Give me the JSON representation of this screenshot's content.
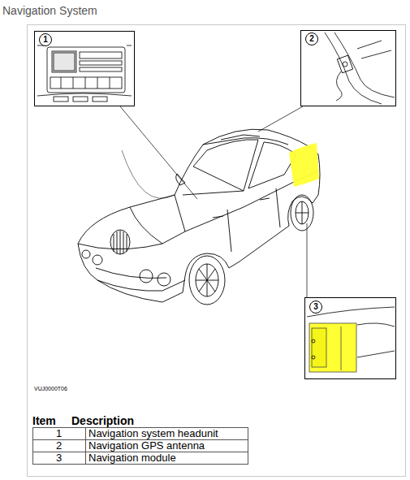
{
  "diagram": {
    "title": "Navigation System",
    "nodes": [
      {
        "text": [
          "1"
        ]
      },
      {
        "text": [
          "2"
        ]
      },
      {
        "text": [
          "3"
        ]
      }
    ],
    "labels": [
      "VUJ0000T06",
      "Item",
      "Description",
      "1",
      "Navigation system headunit",
      "2",
      "Navigation GPS antenna",
      "3",
      "Navigation module"
    ]
  }
}
